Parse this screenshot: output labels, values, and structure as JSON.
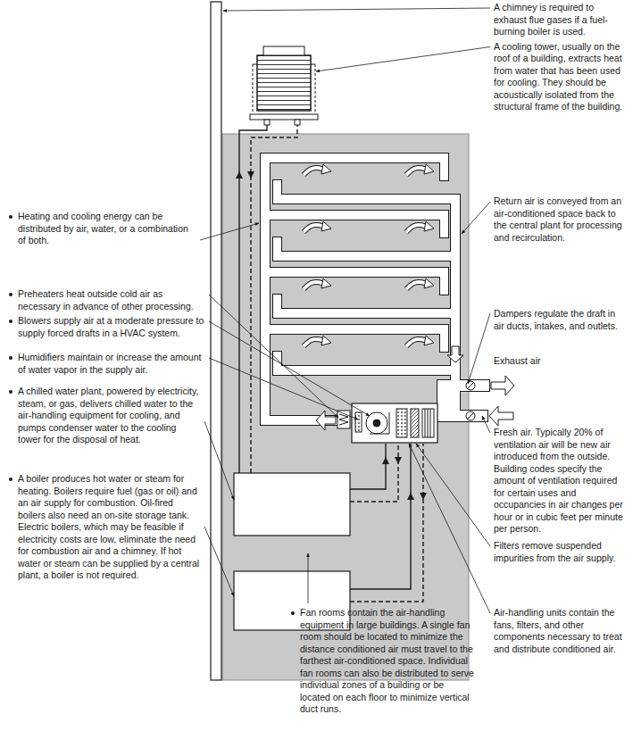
{
  "diagram": {
    "labels": [
      "A chimney is required to exhaust flue gases if a fuel-burning boiler is used.",
      "A cooling tower, usually on the roof of a building, extracts heat from water that has been used for cooling. They should be acoustically isolated from the structural frame of the building.",
      "Heating and cooling energy can be distributed by air, water, or a combination of both.",
      "Return air is conveyed from an air-conditioned space back to the central plant for processing and recirculation.",
      "Preheaters heat outside cold air as necessary in advance of other processing.",
      "Blowers supply air at a moderate pressure to supply forced drafts in a HVAC system.",
      "Humidifiers maintain or increase the amount of water vapor in the supply air.",
      "Dampers regulate the draft in air ducts, intakes, and outlets.",
      "Exhaust air",
      "A chilled water plant, powered by electricity, steam, or gas, delivers chilled water to the air-handling equipment for cooling, and pumps condenser water to the cooling tower for the disposal of heat.",
      "Fresh air. Typically 20% of ventilation air will be new air introduced from the outside. Building codes specify the amount of ventilation required for certain uses and occupancies in air changes per hour or in cubic feet per minute per person.",
      "A boiler produces hot water or steam for heating. Boilers require fuel (gas or oil) and an air supply for combustion. Oil-fired boilers also need an on-site storage tank. Electric boilers, which may be feasible if electricity costs are low, eliminate the need for combustion air and a chimney. If hot water or steam can be supplied by a central plant, a boiler is not required.",
      "Filters remove suspended impurities from the air supply.",
      "Fan rooms contain the air-handling equipment in large buildings. A single fan room should be located to minimize the distance conditioned air must travel to the farthest air-conditioned space. Individual fan rooms can also be distributed to serve individual zones of a building or be located on each floor to minimize vertical duct runs.",
      "Air-handling units contain the fans, filters, and other components necessary to treat and distribute conditioned air."
    ]
  }
}
